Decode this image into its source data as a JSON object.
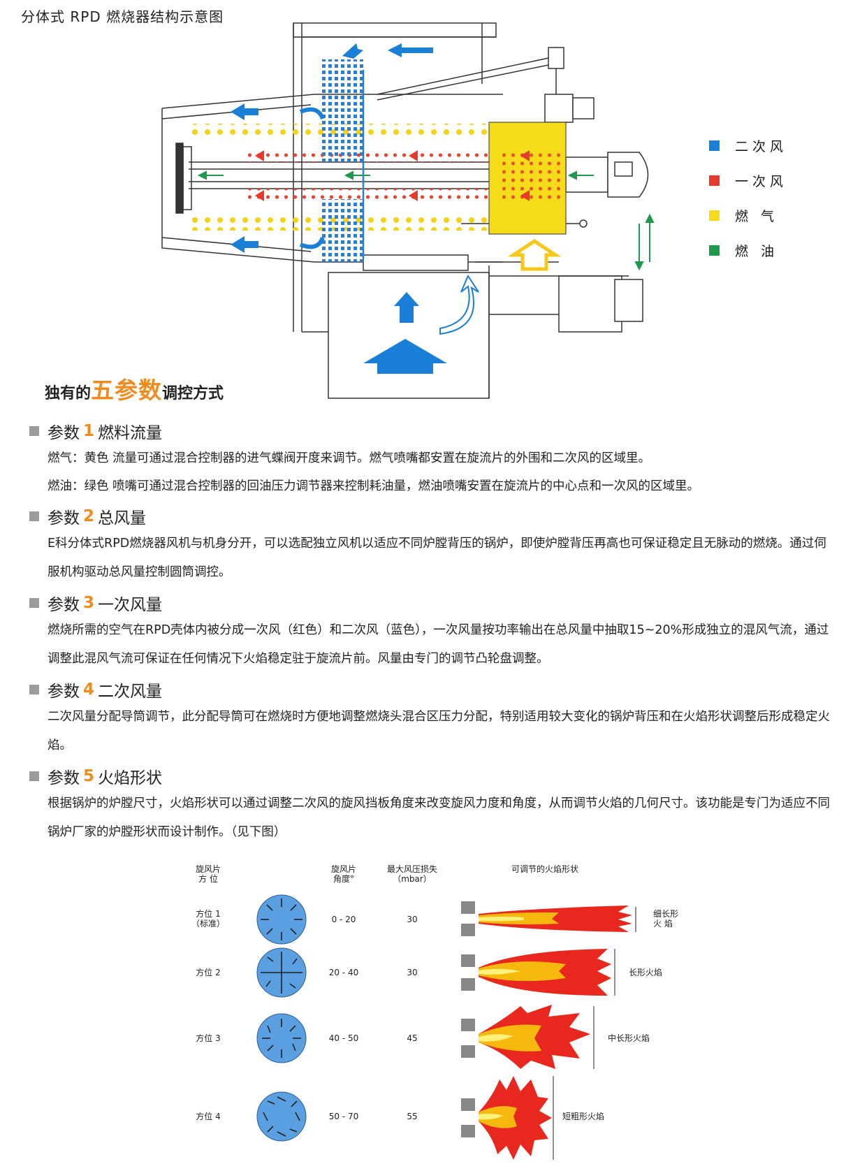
{
  "title": "分体式 RPD 燃烧器结构示意图",
  "legend": [
    {
      "label": "二次风",
      "color": "#1a7fd6"
    },
    {
      "label": "一次风",
      "color": "#e53a2c"
    },
    {
      "label": "燃  气",
      "color": "#f5dc1a"
    },
    {
      "label": "燃  油",
      "color": "#1e9a4a"
    }
  ],
  "subheading": {
    "pre": "独有的",
    "big": "五参数",
    "post": "调控方式"
  },
  "params": [
    {
      "prefix": "参数",
      "num": "1",
      "name": "燃料流量",
      "lines": [
        "燃气：黄色  流量可通过混合控制器的进气蝶阀开度来调节。燃气喷嘴都安置在旋流片的外围和二次风的区域里。",
        "燃油：绿色  喷嘴可通过混合控制器的回油压力调节器来控制耗油量，燃油喷嘴安置在旋流片的中心点和一次风的区域里。"
      ]
    },
    {
      "prefix": "参数",
      "num": "2",
      "name": "总风量",
      "text": "E科分体式RPD燃烧器风机与机身分开，可以选配独立风机以适应不同炉膛背压的锅炉，即使炉膛背压再高也可保证稳定且无脉动的燃烧。通过伺服机构驱动总风量控制圆筒调控。"
    },
    {
      "prefix": "参数",
      "num": "3",
      "name": "一次风量",
      "text": "燃烧所需的空气在RPD壳体内被分成一次风（红色）和二次风（蓝色），一次风量按功率输出在总风量中抽取15~20%形成独立的混风气流，通过调整此混风气流可保证在任何情况下火焰稳定驻于旋流片前。风量由专门的调节凸轮盘调整。"
    },
    {
      "prefix": "参数",
      "num": "4",
      "name": "二次风量",
      "text": "二次风量分配导筒调节，此分配导筒可在燃烧时方便地调整燃烧头混合区压力分配，特别适用较大变化的锅炉背压和在火焰形状调整后形成稳定火焰。"
    },
    {
      "prefix": "参数",
      "num": "5",
      "name": "火焰形状",
      "text": "根据锅炉的炉膛尺寸，火焰形状可以通过调整二次风的旋风挡板角度来改变旋风力度和角度，从而调节火焰的几何尺寸。该功能是专门为适应不同锅炉厂家的炉膛形状而设计制作。（见下图）"
    }
  ],
  "table": {
    "headers": {
      "pos": [
        "旋风片",
        "方  位"
      ],
      "angle": [
        "旋风片",
        "角度°"
      ],
      "loss": [
        "最大风压损失",
        "（mbar）"
      ],
      "flame": "可调节的火焰形状"
    },
    "rows": [
      {
        "pos": [
          "方位 1",
          "（标准）"
        ],
        "angle": "0 - 20",
        "loss": "30",
        "shape": [
          "细长形",
          "火  焰"
        ]
      },
      {
        "pos": [
          "方位 2"
        ],
        "angle": "20 - 40",
        "loss": "30",
        "shape": [
          "长形火焰"
        ]
      },
      {
        "pos": [
          "方位 3"
        ],
        "angle": "40 - 50",
        "loss": "45",
        "shape": [
          "中长形火焰"
        ]
      },
      {
        "pos": [
          "方位 4"
        ],
        "angle": "50 - 70",
        "loss": "55",
        "shape": [
          "短粗形火焰"
        ]
      }
    ]
  },
  "colors": {
    "accent": "#f08c1e",
    "blue": "#1a7fd6",
    "red": "#e53a2c",
    "yellow": "#f5dc1a",
    "green": "#1e9a4a",
    "circle": "#5a9fe0"
  }
}
